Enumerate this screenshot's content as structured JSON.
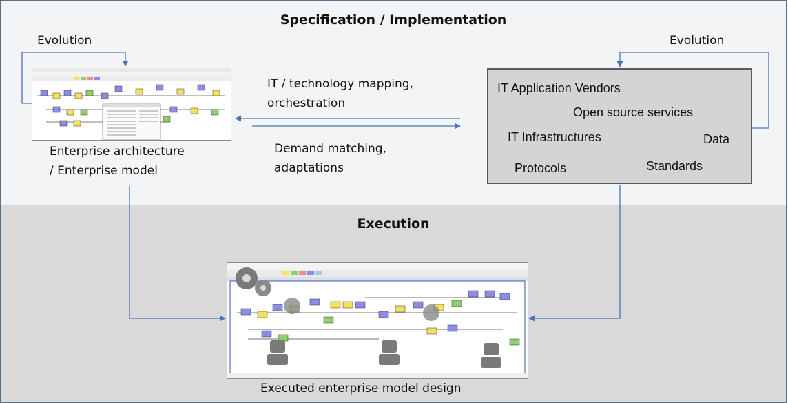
{
  "specification": {
    "title": "Specification / Implementation",
    "evolution_left": "Evolution",
    "evolution_right": "Evolution",
    "enterprise_label_line1": "Enterprise architecture",
    "enterprise_label_line2": "/ Enterprise model",
    "mapping_line1": "IT / technology mapping,",
    "mapping_line2": "orchestration",
    "demand_line1": "Demand matching,",
    "demand_line2": "adaptations",
    "it_box": {
      "vendors": "IT Application Vendors",
      "open_source": "Open source services",
      "infrastructures": "IT Infrastructures",
      "data": "Data",
      "protocols": "Protocols",
      "standards": "Standards"
    }
  },
  "execution": {
    "title": "Execution",
    "caption": "Executed enterprise model design"
  },
  "colors": {
    "top_band": "#f3f4f6",
    "bottom_band": "#d9d9d9",
    "arrow": "#4a74b8",
    "box_fill": "#d4d4d4"
  }
}
